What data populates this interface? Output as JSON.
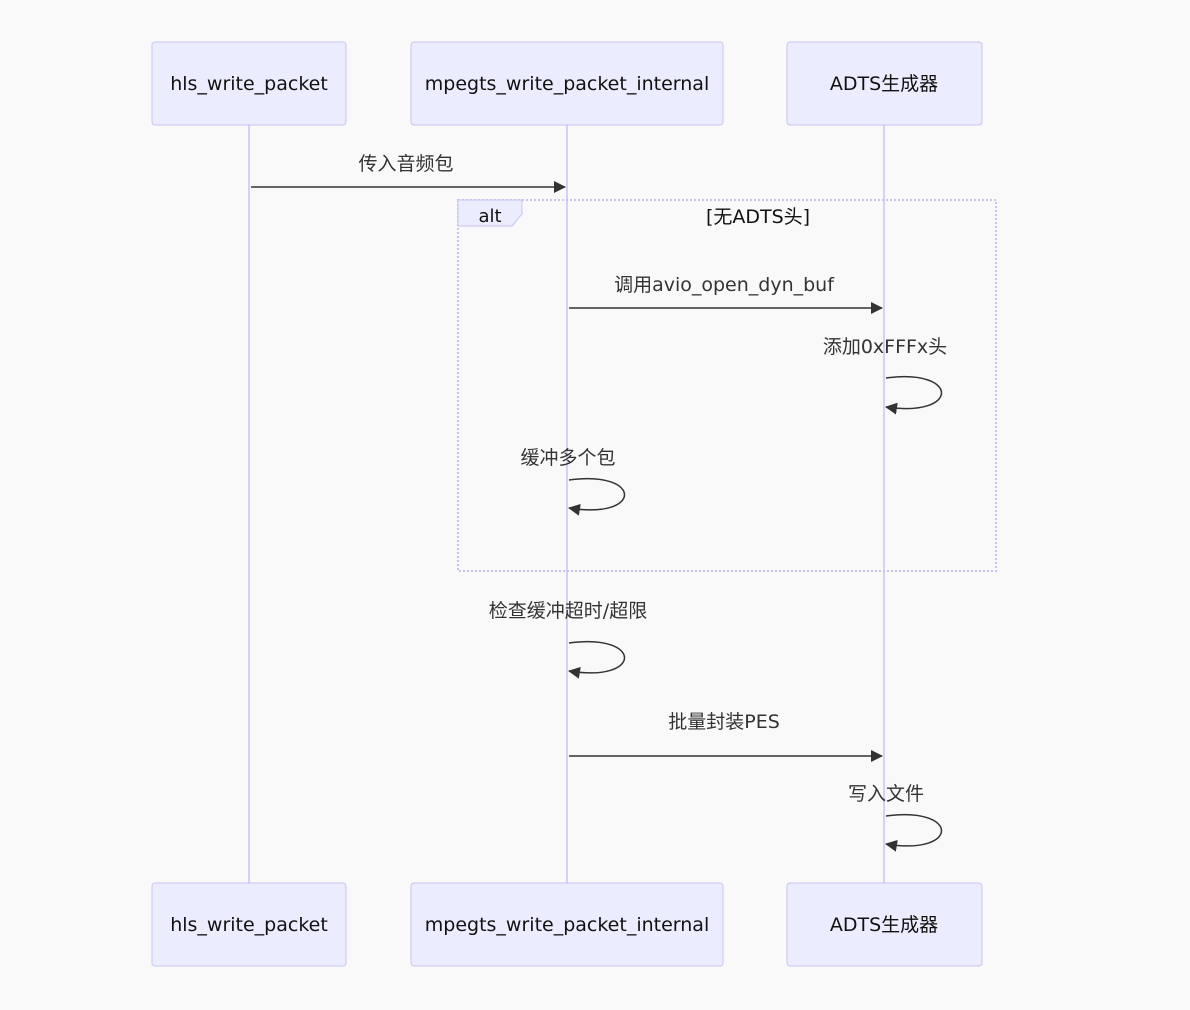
{
  "actors": [
    {
      "id": "hls",
      "name": "hls_write_packet"
    },
    {
      "id": "mpegts",
      "name": "mpegts_write_packet_internal"
    },
    {
      "id": "adts",
      "name": "ADTS生成器"
    }
  ],
  "messages": [
    {
      "from": "hls",
      "to": "mpegts",
      "text": "传入音频包"
    },
    {
      "from": "mpegts",
      "to": "adts",
      "text": "调用avio_open_dyn_buf"
    },
    {
      "from": "adts",
      "to": "adts",
      "text": "添加0xFFFx头"
    },
    {
      "from": "mpegts",
      "to": "mpegts",
      "text": "缓冲多个包"
    },
    {
      "from": "mpegts",
      "to": "mpegts",
      "text": "检查缓冲超时/超限"
    },
    {
      "from": "mpegts",
      "to": "adts",
      "text": "批量封装PES"
    },
    {
      "from": "adts",
      "to": "adts",
      "text": "写入文件"
    }
  ],
  "alt_block": {
    "label": "alt",
    "condition": "[无ADTS头]"
  }
}
